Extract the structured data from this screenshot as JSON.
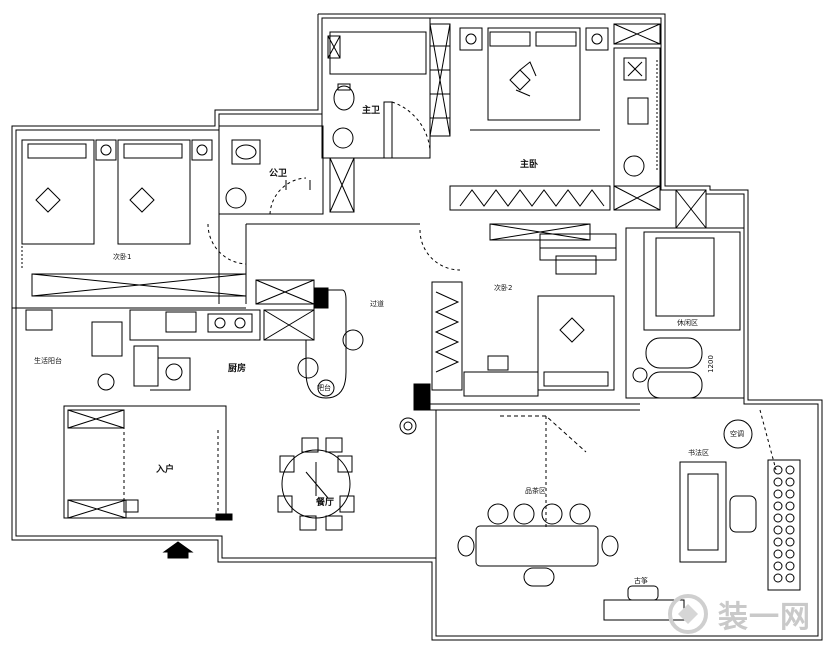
{
  "rooms": {
    "master_bath": "主卫",
    "master_bedroom": "主卧",
    "public_bath": "公卫",
    "second_bedroom_1": "次卧1",
    "second_bedroom_2": "次卧2",
    "corridor": "过道",
    "leisure_area": "休闲区",
    "living_balcony": "生活阳台",
    "kitchen": "厨房",
    "bar": "吧台",
    "entrance": "入户",
    "dining_room": "餐厅",
    "tea_area": "品茶区",
    "study_area": "书法区",
    "guqin": "古筝",
    "air_conditioner": "空调",
    "dimension": "1200"
  },
  "watermark": {
    "text": "装一网"
  }
}
